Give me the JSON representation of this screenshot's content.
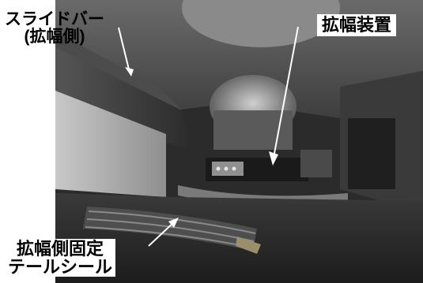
{
  "annotations": {
    "slide_bar": {
      "lines": [
        "スライドバー",
        "(拡幅側)"
      ]
    },
    "expander": {
      "text": "拡幅装置"
    },
    "fixed_tail_seal": {
      "lines": [
        "拡幅側固定",
        "テールシール"
      ]
    }
  },
  "colors": {
    "background": "#ffffff",
    "label_text": "#000000",
    "arrow": "#ffffff",
    "machine_shadow": "#2a2a2a",
    "steel_light": "#b8b8b8"
  }
}
